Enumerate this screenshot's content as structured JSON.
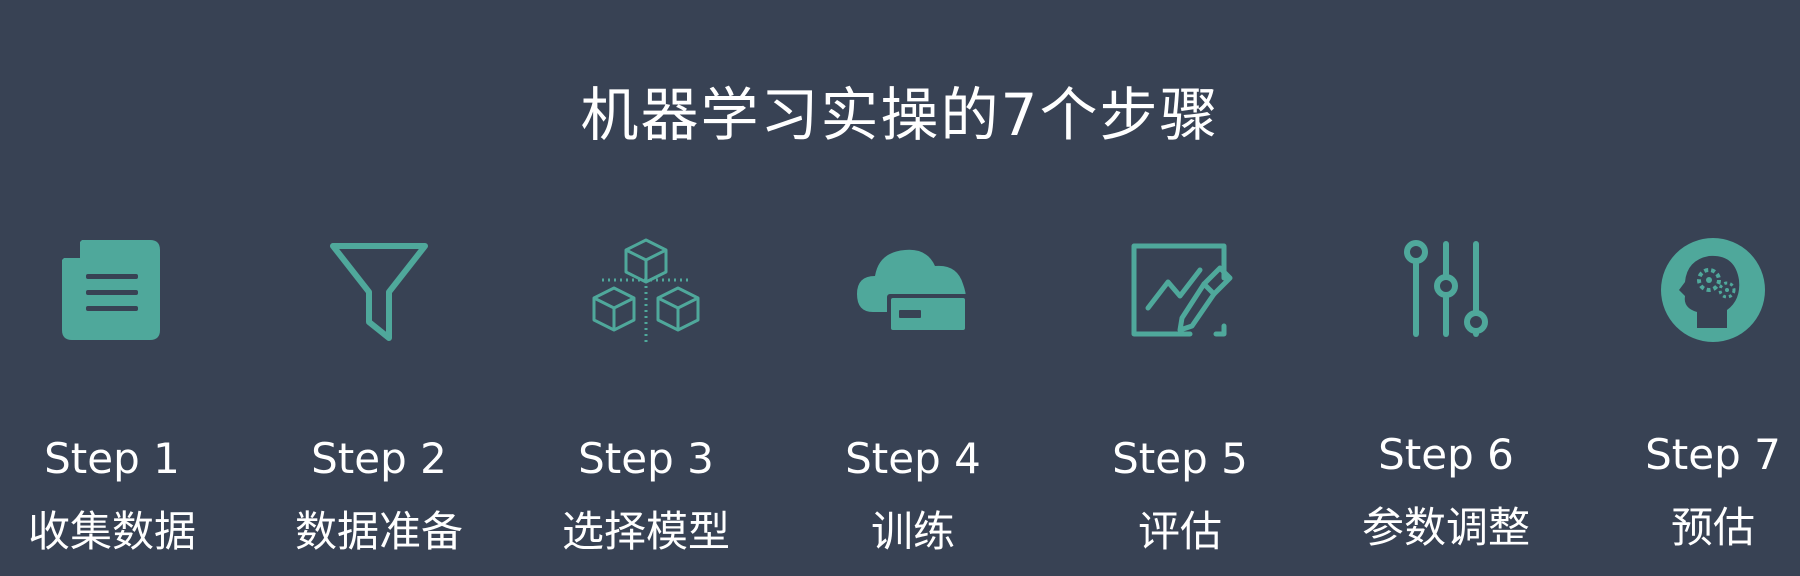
{
  "title": "机器学习实操的7个步骤",
  "colors": {
    "background": "#384254",
    "accent": "#4fa89b",
    "text": "#ffffff"
  },
  "steps": [
    {
      "label": "Step 1",
      "name": "收集数据",
      "icon": "document-icon"
    },
    {
      "label": "Step 2",
      "name": "数据准备",
      "icon": "funnel-icon"
    },
    {
      "label": "Step 3",
      "name": "选择模型",
      "icon": "cubes-icon"
    },
    {
      "label": "Step 4",
      "name": "训练",
      "icon": "cloud-server-icon"
    },
    {
      "label": "Step 5",
      "name": "评估",
      "icon": "chart-edit-icon"
    },
    {
      "label": "Step 6",
      "name": "参数调整",
      "icon": "sliders-icon"
    },
    {
      "label": "Step 7",
      "name": "预估",
      "icon": "brain-gears-icon"
    }
  ]
}
